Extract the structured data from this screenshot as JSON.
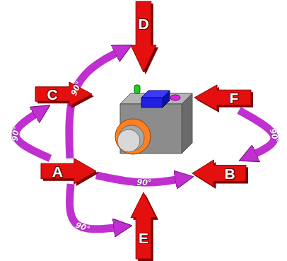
{
  "diagram": {
    "nodes": [
      {
        "text": [
          "D"
        ]
      },
      {
        "text": [
          "C"
        ]
      },
      {
        "text": [
          "F"
        ]
      },
      {
        "text": [
          "A"
        ]
      },
      {
        "text": [
          "B"
        ]
      },
      {
        "text": [
          "E"
        ]
      }
    ],
    "edges": [
      {
        "from": 3,
        "to": 0,
        "label": "90°",
        "arrow": "to"
      },
      {
        "from": 3,
        "to": 1,
        "label": "90°",
        "arrow": "to"
      },
      {
        "from": 3,
        "to": 5,
        "label": "90°",
        "arrow": "to"
      },
      {
        "from": 3,
        "to": 4,
        "label": "90°",
        "arrow": "to"
      },
      {
        "from": 2,
        "to": 4,
        "label": "90°",
        "arrow": "to"
      }
    ]
  }
}
